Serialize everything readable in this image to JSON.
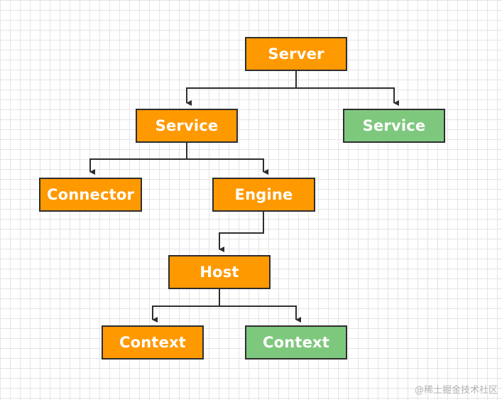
{
  "nodes": {
    "server": "Server",
    "service_primary": "Service",
    "service_secondary": "Service",
    "connector": "Connector",
    "engine": "Engine",
    "host": "Host",
    "context_primary": "Context",
    "context_secondary": "Context"
  },
  "colors": {
    "orange_node": "#ff9900",
    "green_node": "#7ec87e",
    "connector_line": "#2e2e2e",
    "grid": "#e4e4e4"
  },
  "watermark": "@稀土掘金技术社区"
}
